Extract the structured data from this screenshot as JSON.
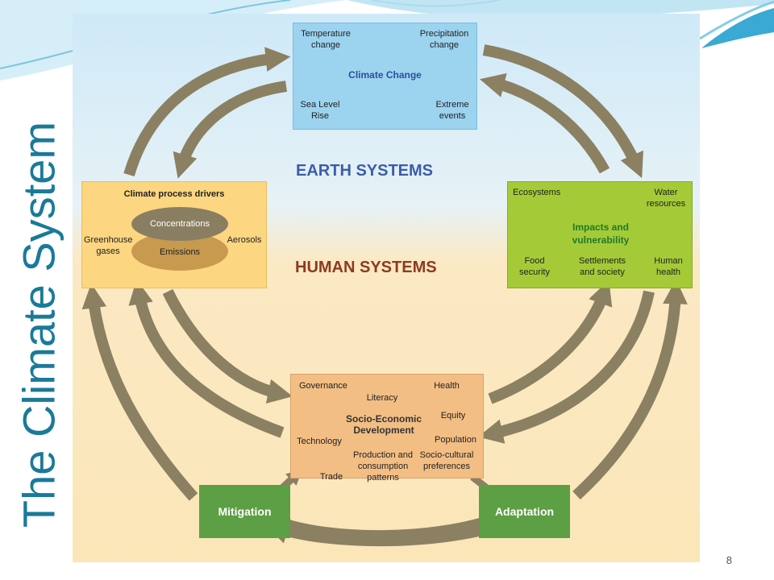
{
  "slide": {
    "title": "The Climate System",
    "page_number": "8"
  },
  "diagram": {
    "earth_systems": "EARTH SYSTEMS",
    "human_systems": "HUMAN SYSTEMS",
    "climate_change": {
      "title": "Climate Change",
      "temperature": "Temperature change",
      "precipitation": "Precipitation change",
      "sea_level": "Sea Level Rise",
      "extreme": "Extreme events"
    },
    "climate_process": {
      "title": "Climate process drivers",
      "concentrations": "Concentrations",
      "emissions": "Emissions",
      "greenhouse": "Greenhouse gases",
      "aerosols": "Aerosols"
    },
    "impacts": {
      "title": "Impacts and vulnerability",
      "ecosystems": "Ecosystems",
      "water": "Water resources",
      "food": "Food security",
      "settlements": "Settlements and society",
      "human_health": "Human health"
    },
    "socio": {
      "title": "Socio-Economic Development",
      "governance": "Governance",
      "literacy": "Literacy",
      "health": "Health",
      "equity": "Equity",
      "technology": "Technology",
      "population": "Population",
      "production": "Production and consumption patterns",
      "sociocultural": "Socio-cultural preferences",
      "trade": "Trade"
    },
    "mitigation": "Mitigation",
    "adaptation": "Adaptation"
  },
  "colors": {
    "title": "#1a7a99",
    "earth_text": "#3c5da8",
    "human_text": "#8c3a22",
    "arrow": "#8b8062",
    "impacts_title": "#1f7a2a"
  }
}
